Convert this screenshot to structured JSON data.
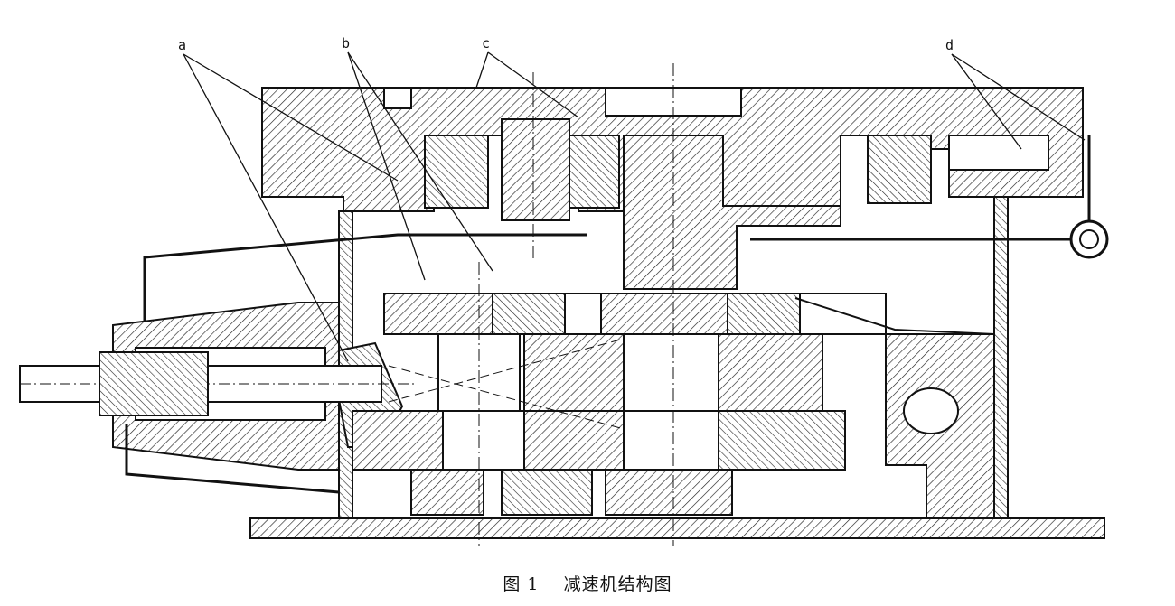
{
  "diagram": {
    "callouts": [
      "a",
      "b",
      "c",
      "d"
    ]
  },
  "caption": {
    "figure_number": "图 1",
    "title": "减速机结构图"
  }
}
